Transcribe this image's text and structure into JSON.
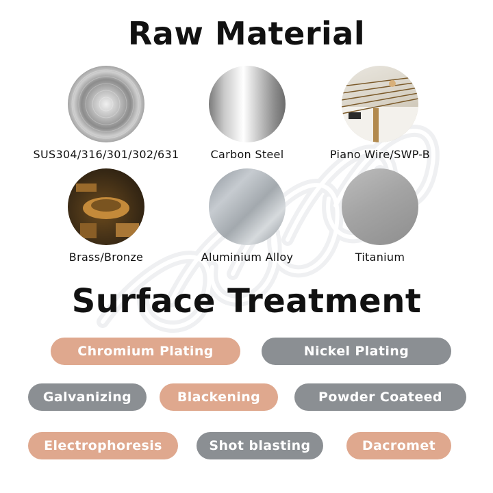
{
  "raw_material": {
    "title": "Raw Material",
    "items": [
      {
        "label": "SUS304/316/301/302/631",
        "image": "brushed-stainless-disc"
      },
      {
        "label": "Carbon Steel",
        "image": "polished-steel-disc"
      },
      {
        "label": "Piano Wire/SWP-B",
        "image": "piano-strings-photo"
      },
      {
        "label": "Brass/Bronze",
        "image": "brass-machined-parts-photo"
      },
      {
        "label": "Aluminium Alloy",
        "image": "brushed-aluminium-disc"
      },
      {
        "label": "Titanium",
        "image": "matte-titanium-disc"
      }
    ]
  },
  "surface_treatment": {
    "title": "Surface Treatment",
    "items": [
      {
        "label": "Chromium Plating",
        "color": "#dfa88e"
      },
      {
        "label": "Nickel Plating",
        "color": "#8b8f93"
      },
      {
        "label": "Galvanizing",
        "color": "#8b8f93"
      },
      {
        "label": "Blackening",
        "color": "#dfa88e"
      },
      {
        "label": "Powder Coateed",
        "color": "#8b8f93"
      },
      {
        "label": "Electrophoresis",
        "color": "#dfa88e"
      },
      {
        "label": "Shot blasting",
        "color": "#8b8f93"
      },
      {
        "label": "Dacromet",
        "color": "#dfa88e"
      }
    ]
  },
  "background": {
    "image": "faded-compression-spring"
  }
}
